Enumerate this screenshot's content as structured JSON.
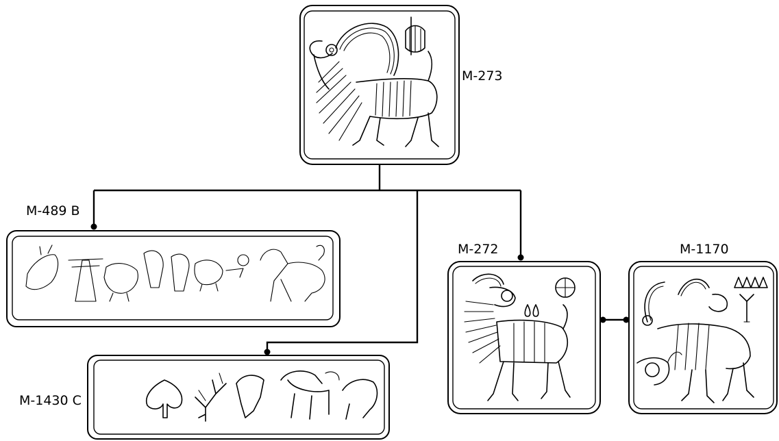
{
  "nodes": {
    "m273": {
      "label": "M-273"
    },
    "m489b": {
      "label": "M-489 B"
    },
    "m1430c": {
      "label": "M-1430 C"
    },
    "m272": {
      "label": "M-272"
    },
    "m1170": {
      "label": "M-1170"
    }
  }
}
